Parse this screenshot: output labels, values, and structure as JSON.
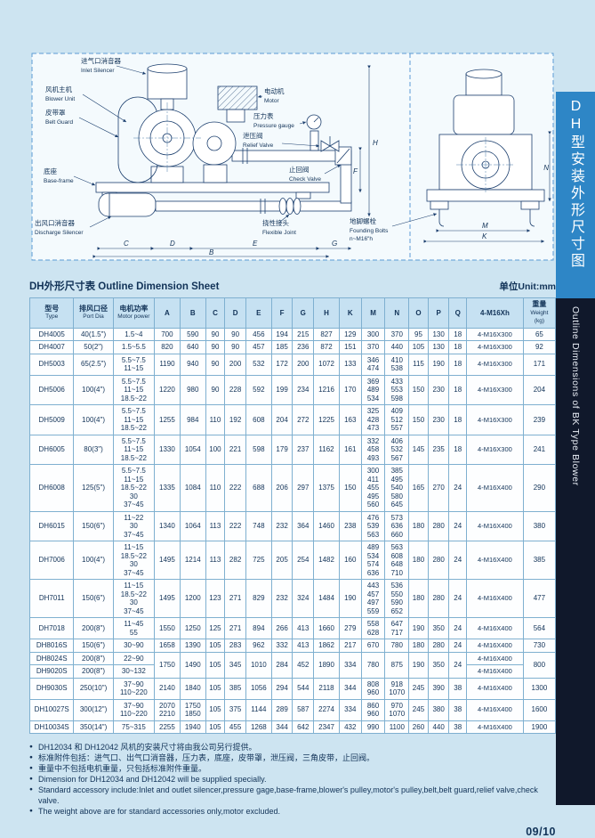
{
  "page": {
    "sheet_title": "DH外形尺寸表 Outline Dimension Sheet",
    "unit": "单位Unit:mm",
    "page_number": "09/10"
  },
  "sidebar": {
    "title_cn": "DH型安装外形尺寸图",
    "title_en": "Outline Dimensions of BK Type Blower"
  },
  "diagram": {
    "labels": [
      {
        "cn": "进气口消音器",
        "en": "Inlet Silencer"
      },
      {
        "cn": "风机主机",
        "en": "Blower Unit"
      },
      {
        "cn": "皮带罩",
        "en": "Belt Guard"
      },
      {
        "cn": "电动机",
        "en": "Motor"
      },
      {
        "cn": "压力表",
        "en": "Pressure gauge"
      },
      {
        "cn": "泄压阀",
        "en": "Relief Valve"
      },
      {
        "cn": "止回阀",
        "en": "Check Valve"
      },
      {
        "cn": "底座",
        "en": "Base-frame"
      },
      {
        "cn": "出风口消音器",
        "en": "Discharge Silencer"
      },
      {
        "cn": "挠性接头",
        "en": "Flexible Joint"
      },
      {
        "cn": "地脚螺栓",
        "en": "Founding Bolts",
        "extra": "n~M16\"h"
      }
    ],
    "dims": [
      "C",
      "D",
      "E",
      "G",
      "B",
      "F",
      "H",
      "M",
      "K",
      "N"
    ]
  },
  "table": {
    "group_headers": [
      {
        "cn": "型号",
        "en": "Type"
      },
      {
        "cn": "排风口径",
        "en": "Port Dia"
      },
      {
        "cn": "电机功率",
        "en": "Motor power"
      }
    ],
    "letter_columns": [
      "A",
      "B",
      "C",
      "D",
      "E",
      "F",
      "G",
      "H",
      "K",
      "M",
      "N",
      "O",
      "P",
      "Q"
    ],
    "bolt_header": "4-M16Xh",
    "weight_header": {
      "cn": "重量",
      "en": "Weight",
      "unit": "(kg)"
    },
    "rows": [
      {
        "type": "DH4005",
        "port": "40(1.5\")",
        "motor": [
          "1.5~4"
        ],
        "A": [
          "700"
        ],
        "B": [
          "590"
        ],
        "C": [
          "90"
        ],
        "D": [
          "90"
        ],
        "E": [
          "456"
        ],
        "F": [
          "194"
        ],
        "G": [
          "215"
        ],
        "H": [
          "827"
        ],
        "K": [
          "129"
        ],
        "M": [
          "300"
        ],
        "N": [
          "370"
        ],
        "O": [
          "95"
        ],
        "P": [
          "130"
        ],
        "Q": [
          "18"
        ],
        "bolt": "4-M16X300",
        "weight": "65"
      },
      {
        "type": "DH4007",
        "port": "50(2\")",
        "motor": [
          "1.5~5.5"
        ],
        "A": [
          "820"
        ],
        "B": [
          "640"
        ],
        "C": [
          "90"
        ],
        "D": [
          "90"
        ],
        "E": [
          "457"
        ],
        "F": [
          "185"
        ],
        "G": [
          "236"
        ],
        "H": [
          "872"
        ],
        "K": [
          "151"
        ],
        "M": [
          "370"
        ],
        "N": [
          "440"
        ],
        "O": [
          "105"
        ],
        "P": [
          "130"
        ],
        "Q": [
          "18"
        ],
        "bolt": "4-M16X300",
        "weight": "92"
      },
      {
        "type": "DH5003",
        "port": "65(2.5\")",
        "motor": [
          "5.5~7.5",
          "11~15"
        ],
        "A": [
          "1190"
        ],
        "B": [
          "940"
        ],
        "C": [
          "90"
        ],
        "D": [
          "200"
        ],
        "E": [
          "532"
        ],
        "F": [
          "172"
        ],
        "G": [
          "200"
        ],
        "H": [
          "1072"
        ],
        "K": [
          "133"
        ],
        "M": [
          "346",
          "474"
        ],
        "N": [
          "410",
          "538"
        ],
        "O": [
          "115"
        ],
        "P": [
          "190"
        ],
        "Q": [
          "18"
        ],
        "bolt": "4-M16X300",
        "weight": "171"
      },
      {
        "type": "DH5006",
        "port": "100(4\")",
        "motor": [
          "5.5~7.5",
          "11~15",
          "18.5~22"
        ],
        "A": [
          "1220"
        ],
        "B": [
          "980"
        ],
        "C": [
          "90"
        ],
        "D": [
          "228"
        ],
        "E": [
          "592"
        ],
        "F": [
          "199"
        ],
        "G": [
          "234"
        ],
        "H": [
          "1216"
        ],
        "K": [
          "170"
        ],
        "M": [
          "369",
          "489",
          "534"
        ],
        "N": [
          "433",
          "553",
          "598"
        ],
        "O": [
          "150"
        ],
        "P": [
          "230"
        ],
        "Q": [
          "18"
        ],
        "bolt": "4-M16X300",
        "weight": "204"
      },
      {
        "type": "DH5009",
        "port": "100(4\")",
        "motor": [
          "5.5~7.5",
          "11~15",
          "18.5~22"
        ],
        "A": [
          "1255"
        ],
        "B": [
          "984"
        ],
        "C": [
          "110"
        ],
        "D": [
          "192"
        ],
        "E": [
          "608"
        ],
        "F": [
          "204"
        ],
        "G": [
          "272"
        ],
        "H": [
          "1225"
        ],
        "K": [
          "163"
        ],
        "M": [
          "325",
          "428",
          "473"
        ],
        "N": [
          "409",
          "512",
          "557"
        ],
        "O": [
          "150"
        ],
        "P": [
          "230"
        ],
        "Q": [
          "18"
        ],
        "bolt": "4-M16X300",
        "weight": "239"
      },
      {
        "type": "DH6005",
        "port": "80(3\")",
        "motor": [
          "5.5~7.5",
          "11~15",
          "18.5~22"
        ],
        "A": [
          "1330"
        ],
        "B": [
          "1054"
        ],
        "C": [
          "100"
        ],
        "D": [
          "221"
        ],
        "E": [
          "598"
        ],
        "F": [
          "179"
        ],
        "G": [
          "237"
        ],
        "H": [
          "1162"
        ],
        "K": [
          "161"
        ],
        "M": [
          "332",
          "458",
          "493"
        ],
        "N": [
          "406",
          "532",
          "567"
        ],
        "O": [
          "145"
        ],
        "P": [
          "235"
        ],
        "Q": [
          "18"
        ],
        "bolt": "4-M16X300",
        "weight": "241"
      },
      {
        "type": "DH6008",
        "port": "125(5\")",
        "motor": [
          "5.5~7.5",
          "11~15",
          "18.5~22",
          "30",
          "37~45"
        ],
        "A": [
          "1335"
        ],
        "B": [
          "1084"
        ],
        "C": [
          "110"
        ],
        "D": [
          "222"
        ],
        "E": [
          "688"
        ],
        "F": [
          "206"
        ],
        "G": [
          "297"
        ],
        "H": [
          "1375"
        ],
        "K": [
          "150"
        ],
        "M": [
          "300",
          "411",
          "455",
          "495",
          "560"
        ],
        "N": [
          "385",
          "495",
          "540",
          "580",
          "645"
        ],
        "O": [
          "165"
        ],
        "P": [
          "270"
        ],
        "Q": [
          "24"
        ],
        "bolt": "4-M16X400",
        "weight": "290"
      },
      {
        "type": "DH6015",
        "port": "150(6\")",
        "motor": [
          "11~22",
          "30",
          "37~45"
        ],
        "A": [
          "1340"
        ],
        "B": [
          "1064"
        ],
        "C": [
          "113"
        ],
        "D": [
          "222"
        ],
        "E": [
          "748"
        ],
        "F": [
          "232"
        ],
        "G": [
          "364"
        ],
        "H": [
          "1460"
        ],
        "K": [
          "238"
        ],
        "M": [
          "476",
          "539",
          "563"
        ],
        "N": [
          "573",
          "636",
          "660"
        ],
        "O": [
          "180"
        ],
        "P": [
          "280"
        ],
        "Q": [
          "24"
        ],
        "bolt": "4-M16X400",
        "weight": "380"
      },
      {
        "type": "DH7006",
        "port": "100(4\")",
        "motor": [
          "11~15",
          "18.5~22",
          "30",
          "37~45"
        ],
        "A": [
          "1495"
        ],
        "B": [
          "1214"
        ],
        "C": [
          "113"
        ],
        "D": [
          "282"
        ],
        "E": [
          "725"
        ],
        "F": [
          "205"
        ],
        "G": [
          "254"
        ],
        "H": [
          "1482"
        ],
        "K": [
          "160"
        ],
        "M": [
          "489",
          "534",
          "574",
          "636"
        ],
        "N": [
          "563",
          "608",
          "648",
          "710"
        ],
        "O": [
          "180"
        ],
        "P": [
          "280"
        ],
        "Q": [
          "24"
        ],
        "bolt": "4-M16X400",
        "weight": "385"
      },
      {
        "type": "DH7011",
        "port": "150(6\")",
        "motor": [
          "11~15",
          "18.5~22",
          "30",
          "37~45"
        ],
        "A": [
          "1495"
        ],
        "B": [
          "1200"
        ],
        "C": [
          "123"
        ],
        "D": [
          "271"
        ],
        "E": [
          "829"
        ],
        "F": [
          "232"
        ],
        "G": [
          "324"
        ],
        "H": [
          "1484"
        ],
        "K": [
          "190"
        ],
        "M": [
          "443",
          "457",
          "497",
          "559"
        ],
        "N": [
          "536",
          "550",
          "590",
          "652"
        ],
        "O": [
          "180"
        ],
        "P": [
          "280"
        ],
        "Q": [
          "24"
        ],
        "bolt": "4-M16X400",
        "weight": "477"
      },
      {
        "type": "DH7018",
        "port": "200(8\")",
        "motor": [
          "11~45",
          "55"
        ],
        "A": [
          "1550"
        ],
        "B": [
          "1250"
        ],
        "C": [
          "125"
        ],
        "D": [
          "271"
        ],
        "E": [
          "894"
        ],
        "F": [
          "266"
        ],
        "G": [
          "413"
        ],
        "H": [
          "1660"
        ],
        "K": [
          "279"
        ],
        "M": [
          "558",
          "628"
        ],
        "N": [
          "647",
          "717"
        ],
        "O": [
          "190"
        ],
        "P": [
          "350"
        ],
        "Q": [
          "24"
        ],
        "bolt": "4-M16X400",
        "weight": "564"
      },
      {
        "type": "DH8016S",
        "port": "150(6\")",
        "motor": [
          "30~90"
        ],
        "A": [
          "1658"
        ],
        "B": [
          "1390"
        ],
        "C": [
          "105"
        ],
        "D": [
          "283"
        ],
        "E": [
          "962"
        ],
        "F": [
          "332"
        ],
        "G": [
          "413"
        ],
        "H": [
          "1862"
        ],
        "K": [
          "217"
        ],
        "M": [
          "670"
        ],
        "N": [
          "780"
        ],
        "O": [
          "180"
        ],
        "P": [
          "280"
        ],
        "Q": [
          "24"
        ],
        "bolt": "4-M16X400",
        "weight": "730"
      },
      {
        "type": "DH8024S",
        "port": "200(8\")",
        "motor": [
          "22~90"
        ],
        "span": 2,
        "A": [
          "1750"
        ],
        "B": [
          "1490"
        ],
        "C": [
          "105"
        ],
        "D": [
          "345"
        ],
        "E": [
          "1010"
        ],
        "F": [
          "284"
        ],
        "G": [
          "452"
        ],
        "H": [
          "1890"
        ],
        "K": [
          "334"
        ],
        "M": [
          "780"
        ],
        "N": [
          "875"
        ],
        "O": [
          "190"
        ],
        "P": [
          "350"
        ],
        "Q": [
          "24"
        ],
        "bolt": "4-M16X400",
        "weight": "800"
      },
      {
        "type": "DH9020S",
        "port": "200(8\")",
        "motor": [
          "30~132"
        ],
        "inherit": true,
        "bolt": "4-M16X400"
      },
      {
        "type": "DH9030S",
        "port": "250(10\")",
        "motor": [
          "37~90",
          "110~220"
        ],
        "A": [
          "2140"
        ],
        "B": [
          "1840"
        ],
        "C": [
          "105"
        ],
        "D": [
          "385"
        ],
        "E": [
          "1056"
        ],
        "F": [
          "294"
        ],
        "G": [
          "544"
        ],
        "H": [
          "2118"
        ],
        "K": [
          "344"
        ],
        "M": [
          "808",
          "960"
        ],
        "N": [
          "918",
          "1070"
        ],
        "O": [
          "245"
        ],
        "P": [
          "390"
        ],
        "Q": [
          "38"
        ],
        "bolt": "4-M16X400",
        "weight": "1300"
      },
      {
        "type": "DH10027S",
        "port": "300(12\")",
        "motor": [
          "37~90",
          "110~220"
        ],
        "A": [
          "2070",
          "2210"
        ],
        "B": [
          "1750",
          "1850"
        ],
        "C": [
          "105"
        ],
        "D": [
          "375"
        ],
        "E": [
          "1144"
        ],
        "F": [
          "289"
        ],
        "G": [
          "587"
        ],
        "H": [
          "2274"
        ],
        "K": [
          "334"
        ],
        "M": [
          "860",
          "960"
        ],
        "N": [
          "970",
          "1070"
        ],
        "O": [
          "245"
        ],
        "P": [
          "380"
        ],
        "Q": [
          "38"
        ],
        "bolt": "4-M16X400",
        "weight": "1600"
      },
      {
        "type": "DH10034S",
        "port": "350(14\")",
        "motor": [
          "75~315"
        ],
        "A": [
          "2255"
        ],
        "B": [
          "1940"
        ],
        "C": [
          "105"
        ],
        "D": [
          "455"
        ],
        "E": [
          "1268"
        ],
        "F": [
          "344"
        ],
        "G": [
          "642"
        ],
        "H": [
          "2347"
        ],
        "K": [
          "432"
        ],
        "M": [
          "990"
        ],
        "N": [
          "1100"
        ],
        "O": [
          "260"
        ],
        "P": [
          "440"
        ],
        "Q": [
          "38"
        ],
        "bolt": "4-M16X400",
        "weight": "1900"
      }
    ]
  },
  "notes": [
    "DH12034 和 DH12042 风机的安装尺寸将由我公司另行提供。",
    "标准附件包括：进气口、出气口消音器，压力表，底座，皮带罩，泄压阀，三角皮带，止回阀。",
    "重量中不包括电机重量，只包括标准附件重量。",
    "Dimension for DH12034 and DH12042 will be supplied specially.",
    "Standard accessory include:Inlet and outlet silencer,pressure gage,base-frame,blower's pulley,motor's pulley,belt,belt guard,relief valve,check valve.",
    "The weight above are for standard accessories only,motor excluded."
  ]
}
